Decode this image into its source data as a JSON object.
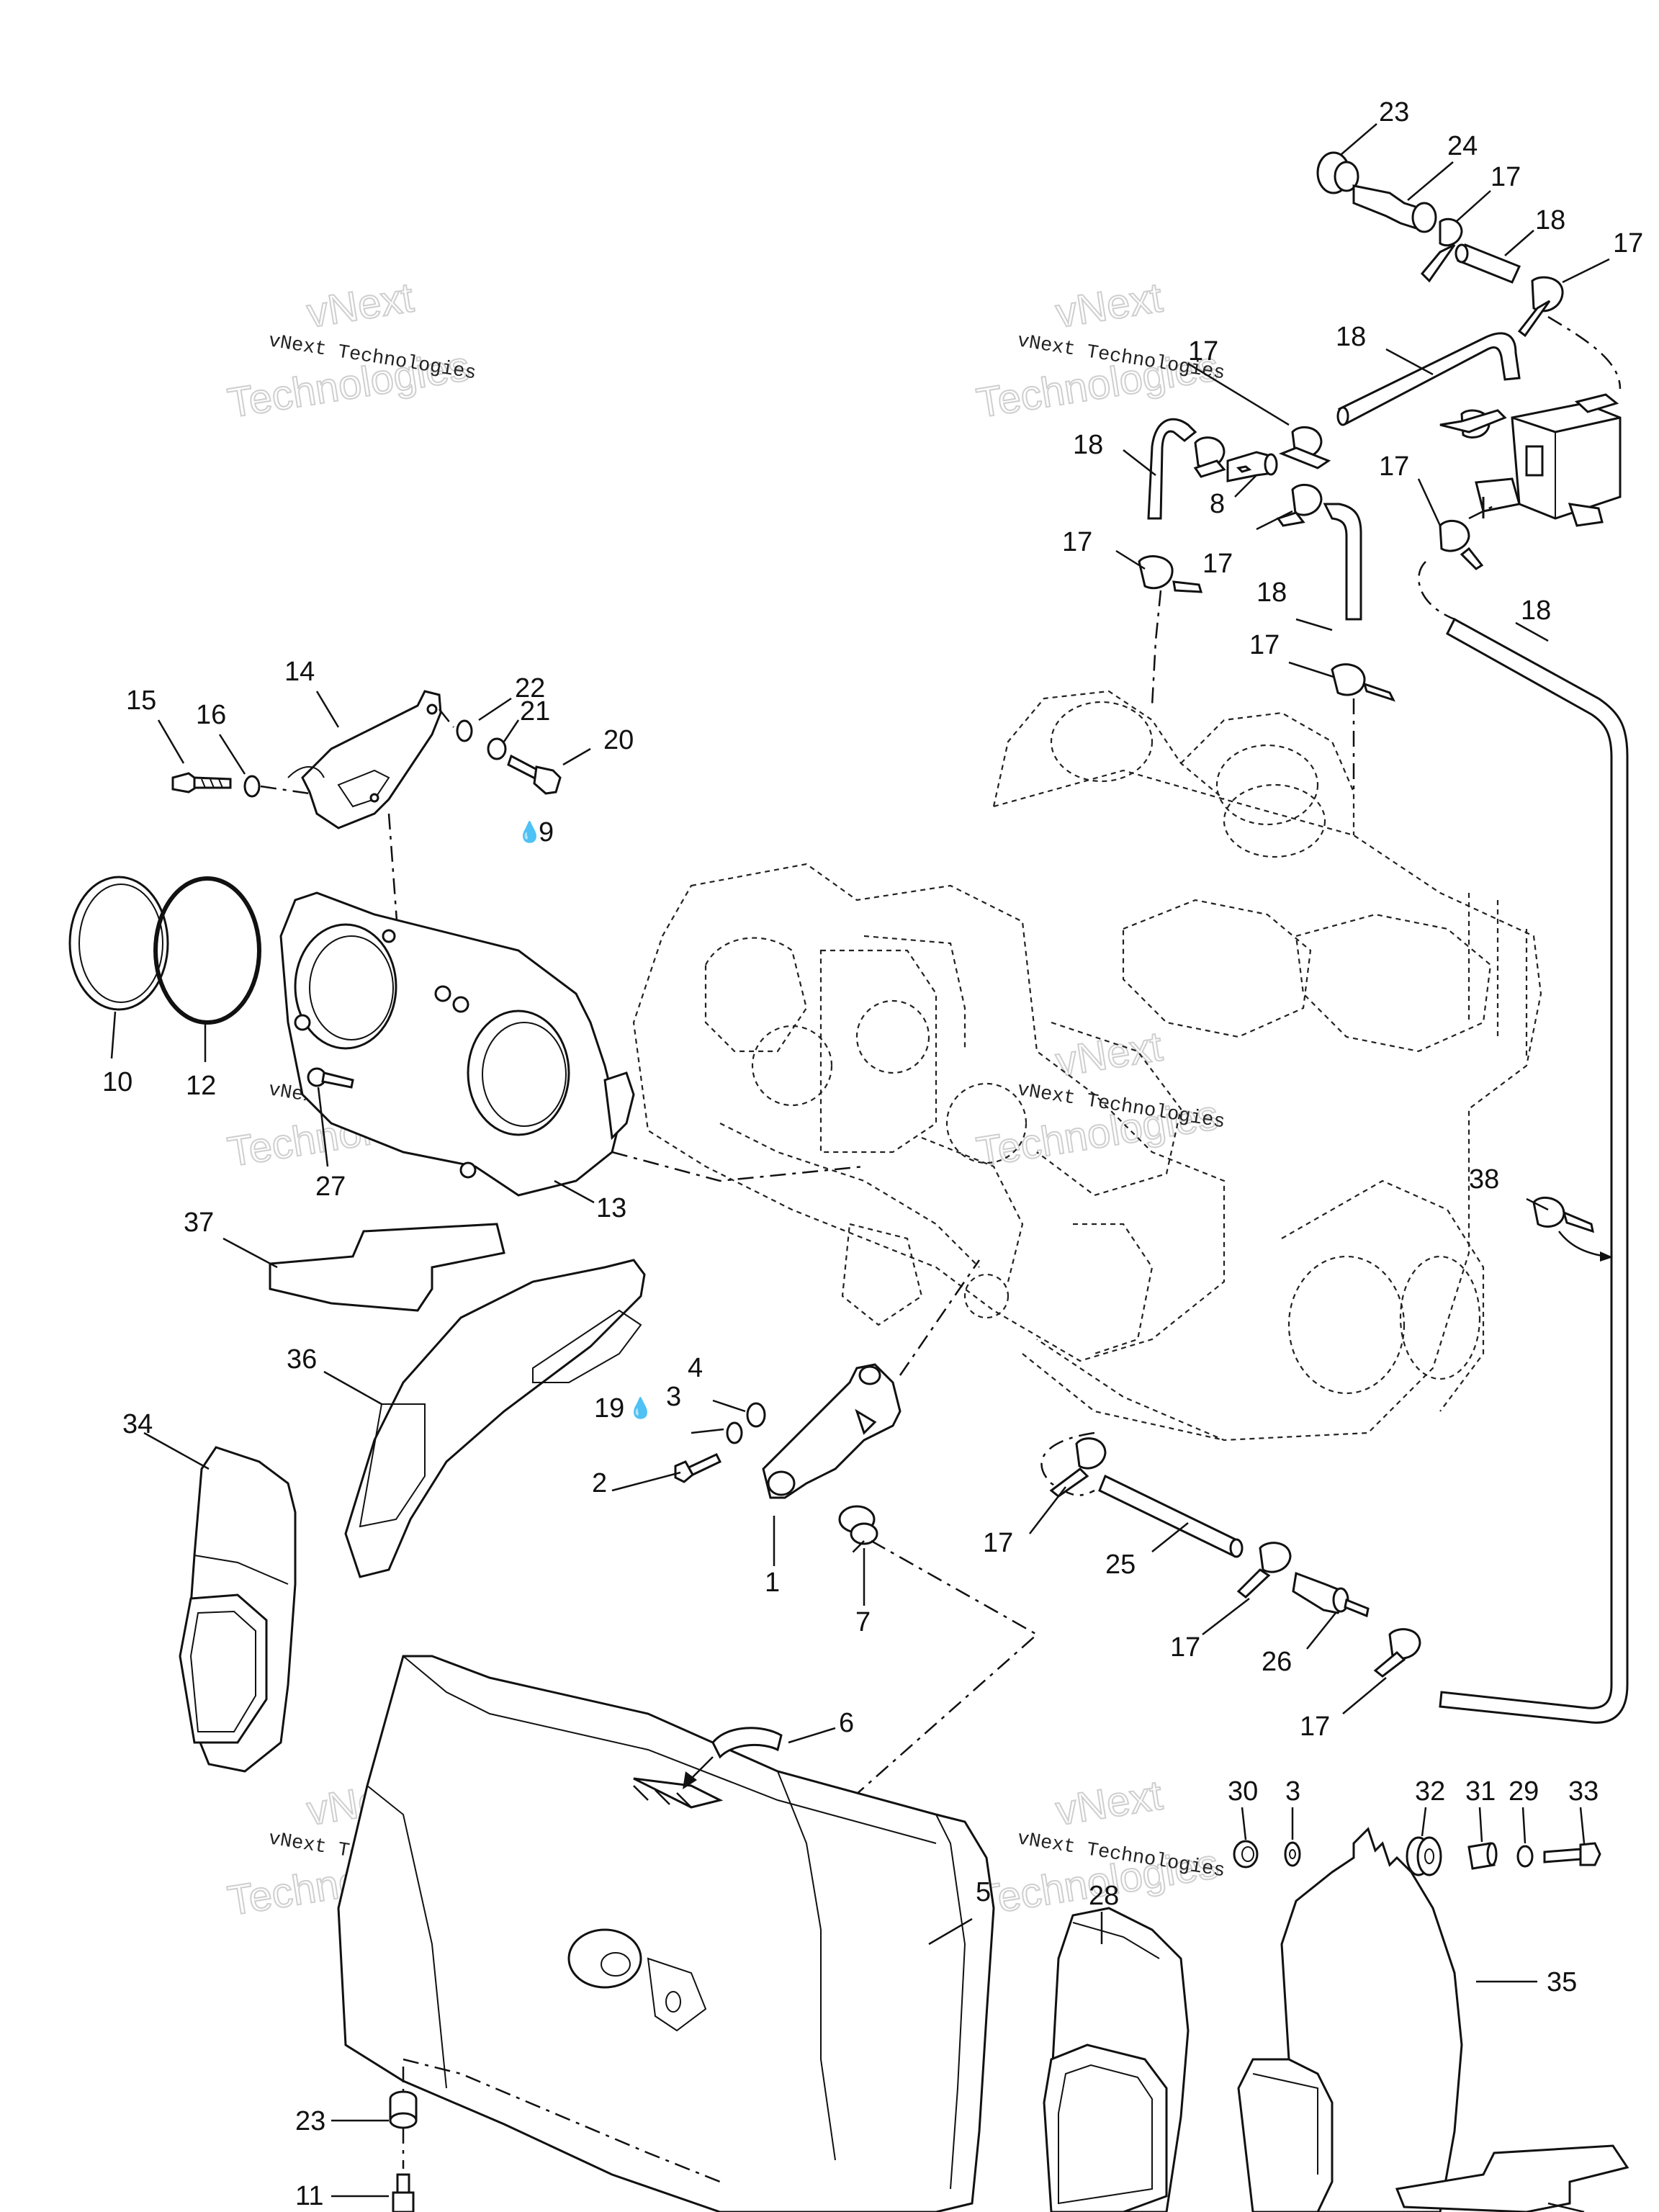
{
  "watermark": {
    "line1": "vNext",
    "line2": "Technologies",
    "small": "vNext Technologies"
  },
  "drop_symbol": "💧",
  "callouts": {
    "c23a": "23",
    "c24": "24",
    "c17a": "17",
    "c18a": "18",
    "c17b": "17",
    "c18b": "18",
    "c17c": "17",
    "c18c": "18",
    "c8": "8",
    "c17d": "17",
    "c17e": "17",
    "c17f": "17",
    "c18d": "18",
    "c18e": "18",
    "c17g": "17",
    "c14": "14",
    "c15": "15",
    "c16": "16",
    "c22": "22",
    "c21": "21",
    "c20": "20",
    "c9": "9",
    "c10": "10",
    "c12": "12",
    "c27": "27",
    "c13": "13",
    "c38": "38",
    "c37": "37",
    "c36": "36",
    "c34": "34",
    "c4": "4",
    "c19": "19",
    "c3a": "3",
    "c2": "2",
    "c1": "1",
    "c7": "7",
    "c17h": "17",
    "c25": "25",
    "c17i": "17",
    "c26": "26",
    "c17j": "17",
    "c6": "6",
    "c30": "30",
    "c3b": "3",
    "c32": "32",
    "c31": "31",
    "c29": "29",
    "c33": "33",
    "c5": "5",
    "c28": "28",
    "c35": "35",
    "c23b": "23",
    "c11": "11"
  }
}
